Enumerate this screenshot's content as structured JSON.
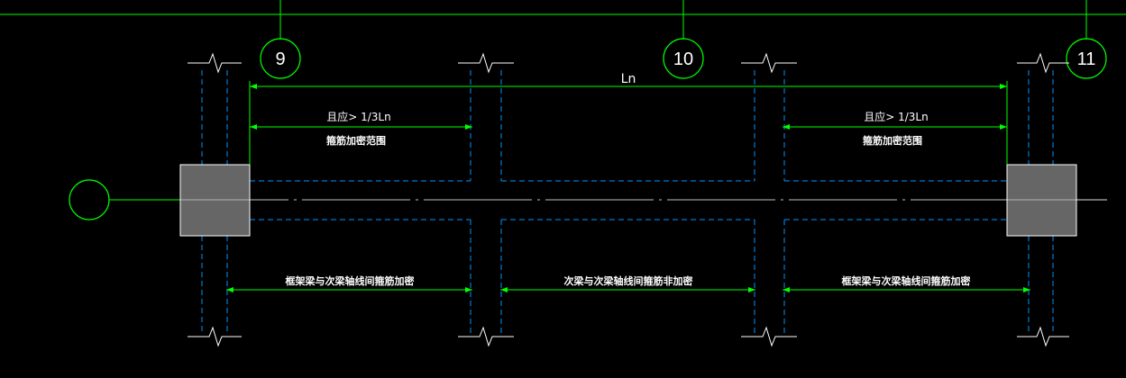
{
  "axes": {
    "grid_9": "9",
    "grid_10": "10",
    "grid_11": "11",
    "left_bubble": ""
  },
  "dimensions": {
    "ln_label": "Ln",
    "left_top_label": "且应> 1/3Ln",
    "left_top_sub": "箍筋加密范围",
    "right_top_label": "且应> 1/3Ln",
    "right_top_sub": "箍筋加密范围",
    "bottom_left": "框架梁与次梁轴线间箍筋加密",
    "bottom_mid": "次梁与次梁轴线间箍筋非加密",
    "bottom_right": "框架梁与次梁轴线间箍筋加密"
  },
  "colors": {
    "grid_line": "#00ff00",
    "beam_edge": "#0094ff",
    "beam_center": "#ffffff",
    "column_fill": "#666666",
    "dimension": "#00ff00",
    "break_line": "#ffffff",
    "background": "#000000"
  }
}
